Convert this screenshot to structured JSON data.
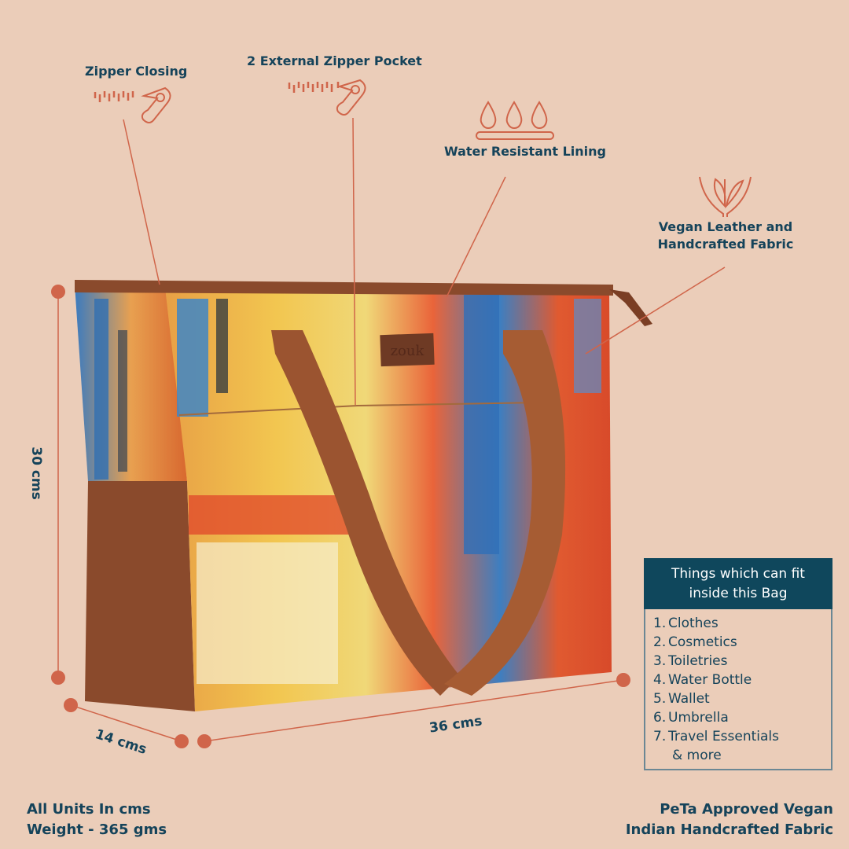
{
  "features": {
    "zipper_closing": "Zipper Closing",
    "external_pocket": "2 External Zipper Pocket",
    "water_lining": "Water Resistant Lining",
    "vegan_line1": "Vegan Leather and",
    "vegan_line2": "Handcrafted Fabric"
  },
  "dimensions": {
    "height": "30 cms",
    "depth": "14 cms",
    "width": "36 cms"
  },
  "brand_logo": "zouk",
  "fit_box": {
    "title_line1": "Things which can fit",
    "title_line2": "inside this Bag",
    "items": [
      {
        "n": "1.",
        "label": "Clothes"
      },
      {
        "n": "2.",
        "label": "Cosmetics"
      },
      {
        "n": "3.",
        "label": "Toiletries"
      },
      {
        "n": "4.",
        "label": "Water Bottle"
      },
      {
        "n": "5.",
        "label": "Wallet"
      },
      {
        "n": "6.",
        "label": "Umbrella"
      },
      {
        "n": "7.",
        "label": "Travel Essentials"
      }
    ],
    "more": "& more"
  },
  "footer": {
    "units": "All Units In cms",
    "weight": "Weight - 365 gms",
    "peta": "PeTa Approved Vegan",
    "fabric": "Indian Handcrafted Fabric"
  },
  "colors": {
    "background": "#ebcdb9",
    "text": "#15435a",
    "accent": "#d0654a",
    "leather": "#8a4a2c"
  }
}
